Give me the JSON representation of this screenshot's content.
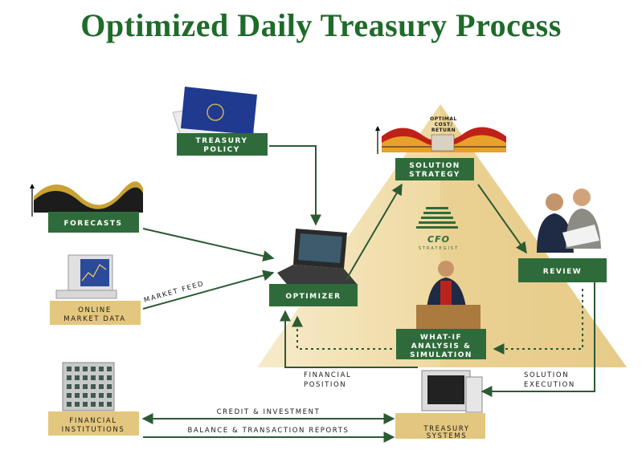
{
  "title": "Optimized Daily Treasury Process",
  "nodes": {
    "treasury_policy": [
      "TREASURY",
      "POLICY"
    ],
    "forecasts": "FORECASTS",
    "online_market_data": [
      "ONLINE",
      "MARKET DATA"
    ],
    "optimizer": "OPTIMIZER",
    "solution_strategy": [
      "SOLUTION",
      "STRATEGY"
    ],
    "optimal_cost_return": [
      "OPTIMAL",
      "COST/",
      "RETURN"
    ],
    "review": "REVIEW",
    "what_if": [
      "WHAT-IF",
      "ANALYSIS &",
      "SIMULATION"
    ],
    "cfo": "CFO",
    "cfo_sub": "STRATEGIST",
    "financial_institutions": [
      "FINANCIAL",
      "INSTITUTIONS"
    ],
    "treasury_systems": [
      "TREASURY",
      "SYSTEMS"
    ]
  },
  "edges": {
    "market_feed": "MARKET FEED",
    "financial_position": [
      "FINANCIAL",
      "POSITION"
    ],
    "solution_execution": [
      "SOLUTION",
      "EXECUTION"
    ],
    "credit_investment": "CREDIT & INVESTMENT",
    "balance_reports": "BALANCE & TRANSACTION REPORTS"
  },
  "colors": {
    "title_green": "#1e6b2a",
    "label_green": "#2f6b3a",
    "pyramid": "#f0dcab",
    "arrow": "#2c5a33"
  }
}
